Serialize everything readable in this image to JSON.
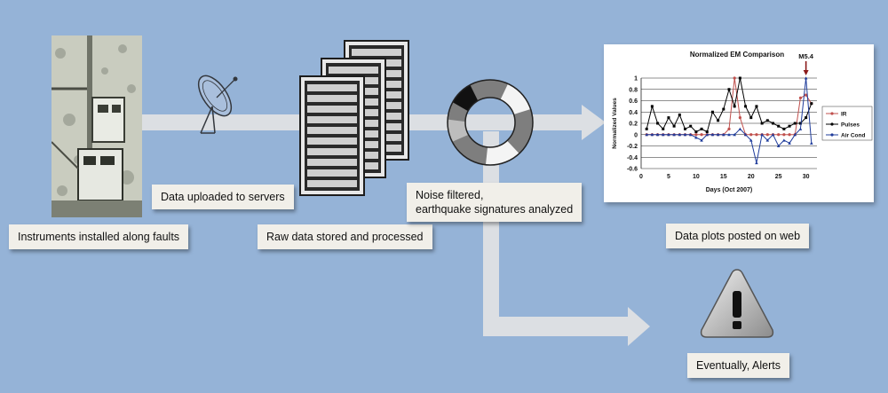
{
  "labels": {
    "instruments": "Instruments installed along faults",
    "upload": "Data uploaded to servers",
    "raw": "Raw data stored and processed",
    "noise_line1": "Noise filtered,",
    "noise_line2": "earthquake signatures analyzed",
    "plots": "Data plots posted on web",
    "alerts": "Eventually, Alerts"
  },
  "icons": {
    "instrument_photo": "instrument-photo-icon",
    "satellite_dish": "satellite-dish-icon",
    "server_rack": "server-rack-icon",
    "filter_ring": "filter-ring-icon",
    "warning": "warning-icon"
  },
  "colors": {
    "background": "#95b3d7",
    "arrow": "#dcdfe3",
    "label_bg": "#f1efe9",
    "ir": "#c0504d",
    "pulses": "#000000",
    "air": "#1f3c9b"
  },
  "chart_data": {
    "type": "line",
    "title": "Normalized EM Comparison",
    "xlabel": "Days (Oct 2007)",
    "ylabel": "Normalized Values",
    "xlim": [
      0,
      32
    ],
    "ylim": [
      -0.6,
      1
    ],
    "xticks": [
      0,
      5,
      10,
      15,
      20,
      25,
      30
    ],
    "yticks": [
      1,
      0.8,
      0.6,
      0.4,
      0.2,
      0,
      -0.2,
      -0.4,
      -0.6
    ],
    "annotation": {
      "text": "M5.4",
      "x": 30
    },
    "legend_position": "right",
    "series": [
      {
        "name": "IR",
        "color": "#c0504d",
        "marker": "circle",
        "x": [
          1,
          2,
          3,
          4,
          5,
          6,
          7,
          8,
          9,
          10,
          11,
          12,
          13,
          14,
          15,
          16,
          17,
          18,
          19,
          20,
          21,
          22,
          23,
          24,
          25,
          26,
          27,
          28,
          29,
          30,
          31
        ],
        "y": [
          0,
          0,
          0,
          0,
          0,
          0,
          0,
          0,
          0,
          0,
          0,
          0,
          0,
          0,
          0,
          0.1,
          1,
          0.3,
          0,
          0,
          0,
          0,
          0,
          0,
          0,
          0,
          0,
          0,
          0.65,
          0.7,
          0.55
        ]
      },
      {
        "name": "Pulses",
        "color": "#000000",
        "marker": "square",
        "x": [
          1,
          2,
          3,
          4,
          5,
          6,
          7,
          8,
          9,
          10,
          11,
          12,
          13,
          14,
          15,
          16,
          17,
          18,
          19,
          20,
          21,
          22,
          23,
          24,
          25,
          26,
          27,
          28,
          29,
          30,
          31
        ],
        "y": [
          0.1,
          0.5,
          0.2,
          0.1,
          0.3,
          0.15,
          0.35,
          0.1,
          0.15,
          0.05,
          0.1,
          0.05,
          0.4,
          0.25,
          0.45,
          0.8,
          0.5,
          1,
          0.5,
          0.3,
          0.5,
          0.2,
          0.25,
          0.2,
          0.15,
          0.1,
          0.15,
          0.2,
          0.2,
          0.3,
          0.55
        ]
      },
      {
        "name": "Air Cond",
        "color": "#1f3c9b",
        "marker": "triangle",
        "x": [
          1,
          2,
          3,
          4,
          5,
          6,
          7,
          8,
          9,
          10,
          11,
          12,
          13,
          14,
          15,
          16,
          17,
          18,
          19,
          20,
          21,
          22,
          23,
          24,
          25,
          26,
          27,
          28,
          29,
          30,
          31
        ],
        "y": [
          0,
          0,
          0,
          0,
          0,
          0,
          0,
          0,
          0,
          -0.05,
          -0.1,
          0,
          0,
          0,
          0,
          0,
          0,
          0.1,
          0,
          -0.1,
          -0.5,
          0,
          -0.1,
          0,
          -0.2,
          -0.1,
          -0.15,
          0,
          0.1,
          1,
          -0.15
        ]
      }
    ]
  }
}
